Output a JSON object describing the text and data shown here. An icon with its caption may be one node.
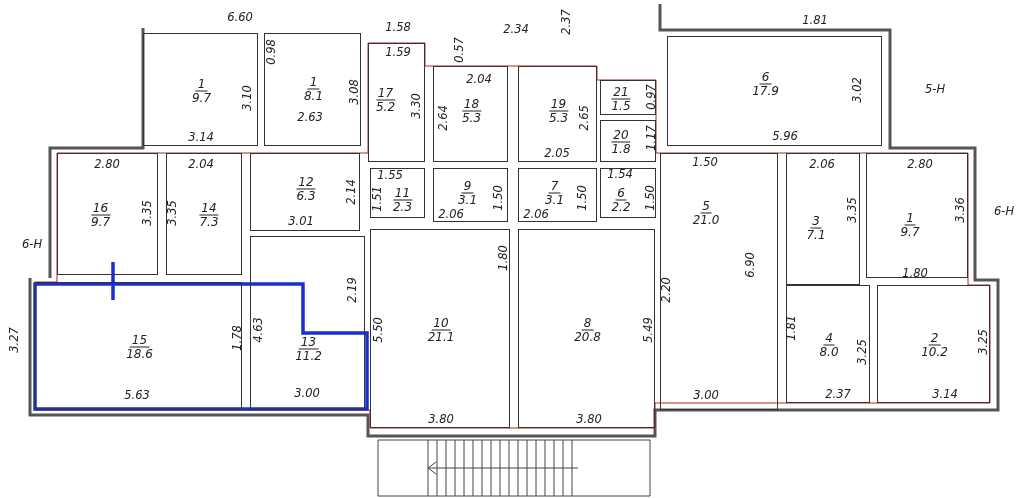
{
  "diagram": {
    "nodes": [
      {
        "text": [
          "1",
          "9.7"
        ]
      },
      {
        "text": [
          "1",
          "8.1"
        ]
      },
      {
        "text": [
          "6",
          "17.9"
        ]
      },
      {
        "text": [
          "17",
          "5.2"
        ]
      },
      {
        "text": [
          "18",
          "5.3"
        ]
      },
      {
        "text": [
          "19",
          "5.3"
        ]
      },
      {
        "text": [
          "21",
          "1.5"
        ]
      },
      {
        "text": [
          "20",
          "1.8"
        ]
      },
      {
        "text": [
          "16",
          "9.7"
        ]
      },
      {
        "text": [
          "14",
          "7.3"
        ]
      },
      {
        "text": [
          "12",
          "6.3"
        ]
      },
      {
        "text": [
          "5",
          "21.0"
        ]
      },
      {
        "text": [
          "3",
          "7.1"
        ]
      },
      {
        "text": [
          "1",
          "9.7"
        ]
      },
      {
        "text": [
          "11",
          "2.3"
        ]
      },
      {
        "text": [
          "9",
          "3.1"
        ]
      },
      {
        "text": [
          "7",
          "3.1"
        ]
      },
      {
        "text": [
          "6",
          "2.2"
        ]
      },
      {
        "text": [
          "10",
          "21.1"
        ]
      },
      {
        "text": [
          "8",
          "20.8"
        ]
      },
      {
        "text": [
          "13",
          "11.2"
        ]
      },
      {
        "text": [
          "15",
          "18.6"
        ]
      },
      {
        "text": [
          "4",
          "8.0"
        ]
      },
      {
        "text": [
          "2",
          "10.2"
        ]
      }
    ],
    "edges": [],
    "labels": [
      "6.60",
      "1.58",
      "2.37",
      "2.34",
      "1.81",
      "0.98",
      "0.57",
      "1.59",
      "2.04",
      "3.10",
      "3.08",
      "3.02",
      "5-H",
      "3.30",
      "2.64",
      "2.65",
      "0.97",
      "2.63",
      "1.17",
      "3.14",
      "5.96",
      "2.05",
      "2.80",
      "2.04",
      "1.50",
      "2.06",
      "2.80",
      "1.55",
      "1.54",
      "2.14",
      "1.51",
      "1.50",
      "1.50",
      "1.50",
      "3.35",
      "3.35",
      "3.01",
      "2.06",
      "2.06",
      "3.35",
      "3.36",
      "6-H",
      "6-H",
      "1.80",
      "6.90",
      "1.80",
      "2.19",
      "2.20",
      "3.27",
      "1.78",
      "4.63",
      "5.50",
      "5.49",
      "1.81",
      "3.25",
      "3.25",
      "5.63",
      "3.00",
      "3.00",
      "2.37",
      "3.14",
      "3.80",
      "3.80"
    ]
  }
}
